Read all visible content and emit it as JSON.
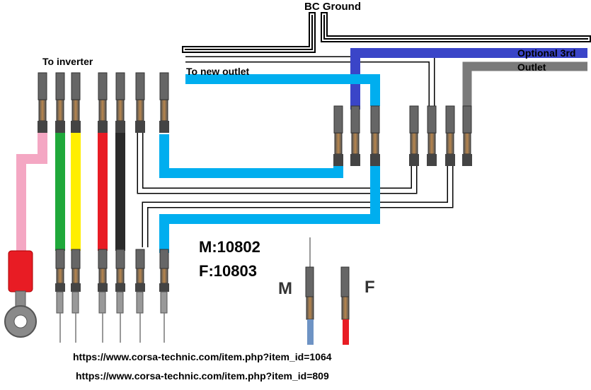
{
  "labels": {
    "bc_ground": "BC Ground",
    "to_inverter": "To inverter",
    "to_new_outlet": "To new outlet",
    "optional_3rd": "Optional 3rd",
    "outlet": "Outlet",
    "part_male": "M:10802",
    "part_female": "F:10803",
    "male_letter": "M",
    "female_letter": "F"
  },
  "urls": [
    "https://www.corsa-technic.com/item.php?item_id=1064",
    "https://www.corsa-technic.com/item.php?item_id=809"
  ],
  "colors": {
    "pink": "#f4a7c3",
    "green": "#1fa83a",
    "yellow": "#ffee00",
    "red": "#e81c24",
    "black": "#2a2a2a",
    "cyan": "#00aeef",
    "blue": "#3a45c8",
    "gray": "#7a7a7a",
    "steel_blue": "#6e93c4"
  }
}
